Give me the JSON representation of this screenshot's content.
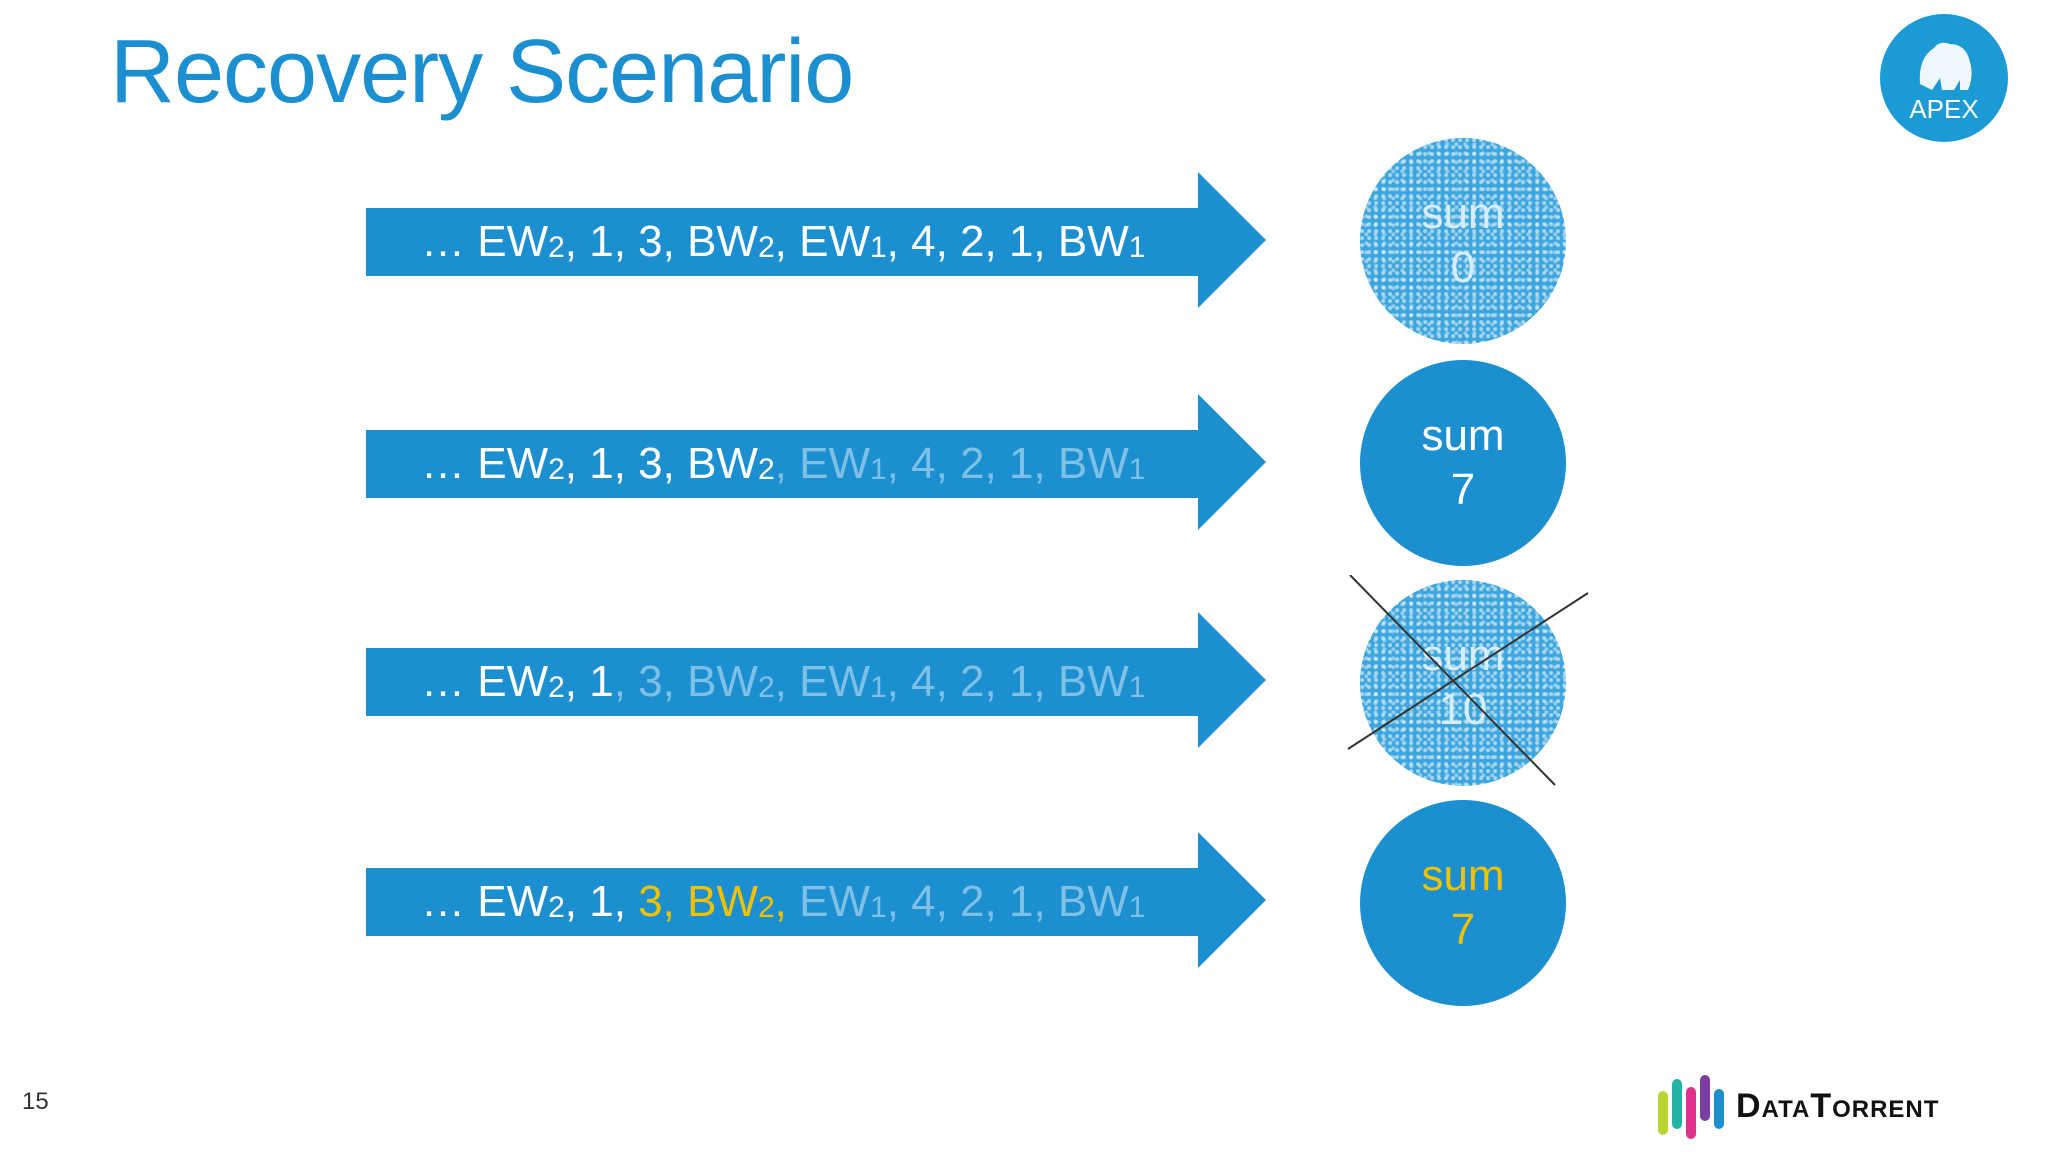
{
  "title": "Recovery Scenario",
  "page_number": "15",
  "logos": {
    "apex": "APEX",
    "company": "DataTorrent"
  },
  "colors": {
    "accent": "#1b8fd0",
    "dim_text": "#7fc0e6",
    "highlight": "#f2c200"
  },
  "rows": [
    {
      "tokens": [
        {
          "t": "… EW",
          "s": ""
        },
        {
          "t": "2",
          "s": "sub"
        },
        {
          "t": ", 1, 3, BW",
          "s": ""
        },
        {
          "t": "2",
          "s": "sub"
        },
        {
          "t": ", EW",
          "s": ""
        },
        {
          "t": "1",
          "s": "sub"
        },
        {
          "t": ", 4, 2, 1, BW",
          "s": ""
        },
        {
          "t": "1",
          "s": "sub"
        }
      ],
      "circle": {
        "label": "sum",
        "value": "0",
        "style": "pattern"
      }
    },
    {
      "tokens": [
        {
          "t": "… EW",
          "s": ""
        },
        {
          "t": "2",
          "s": "sub"
        },
        {
          "t": ", 1, 3, BW",
          "s": ""
        },
        {
          "t": "2",
          "s": "sub"
        },
        {
          "t": ", EW",
          "s": "dim"
        },
        {
          "t": "1",
          "s": "sub dim"
        },
        {
          "t": ", 4, 2, 1, BW",
          "s": "dim"
        },
        {
          "t": "1",
          "s": "sub dim"
        }
      ],
      "circle": {
        "label": "sum",
        "value": "7",
        "style": "solid"
      }
    },
    {
      "tokens": [
        {
          "t": "… EW",
          "s": ""
        },
        {
          "t": "2",
          "s": "sub"
        },
        {
          "t": ", 1",
          "s": ""
        },
        {
          "t": ", 3, BW",
          "s": "dim"
        },
        {
          "t": "2",
          "s": "sub dim"
        },
        {
          "t": ", EW",
          "s": "dim"
        },
        {
          "t": "1",
          "s": "sub dim"
        },
        {
          "t": ", 4, 2, 1, BW",
          "s": "dim"
        },
        {
          "t": "1",
          "s": "sub dim"
        }
      ],
      "circle": {
        "label": "sum",
        "value": "10",
        "style": "pattern",
        "crossed": true
      }
    },
    {
      "tokens": [
        {
          "t": "… EW",
          "s": ""
        },
        {
          "t": "2",
          "s": "sub"
        },
        {
          "t": ", 1, ",
          "s": ""
        },
        {
          "t": "3, BW",
          "s": "hl"
        },
        {
          "t": "2",
          "s": "sub hl"
        },
        {
          "t": ",",
          "s": "hl"
        },
        {
          "t": " EW",
          "s": "dim"
        },
        {
          "t": "1",
          "s": "sub dim"
        },
        {
          "t": ", 4, 2, 1, BW",
          "s": "dim"
        },
        {
          "t": "1",
          "s": "sub dim"
        }
      ],
      "circle": {
        "label": "sum",
        "value": "7",
        "style": "gold"
      }
    }
  ]
}
